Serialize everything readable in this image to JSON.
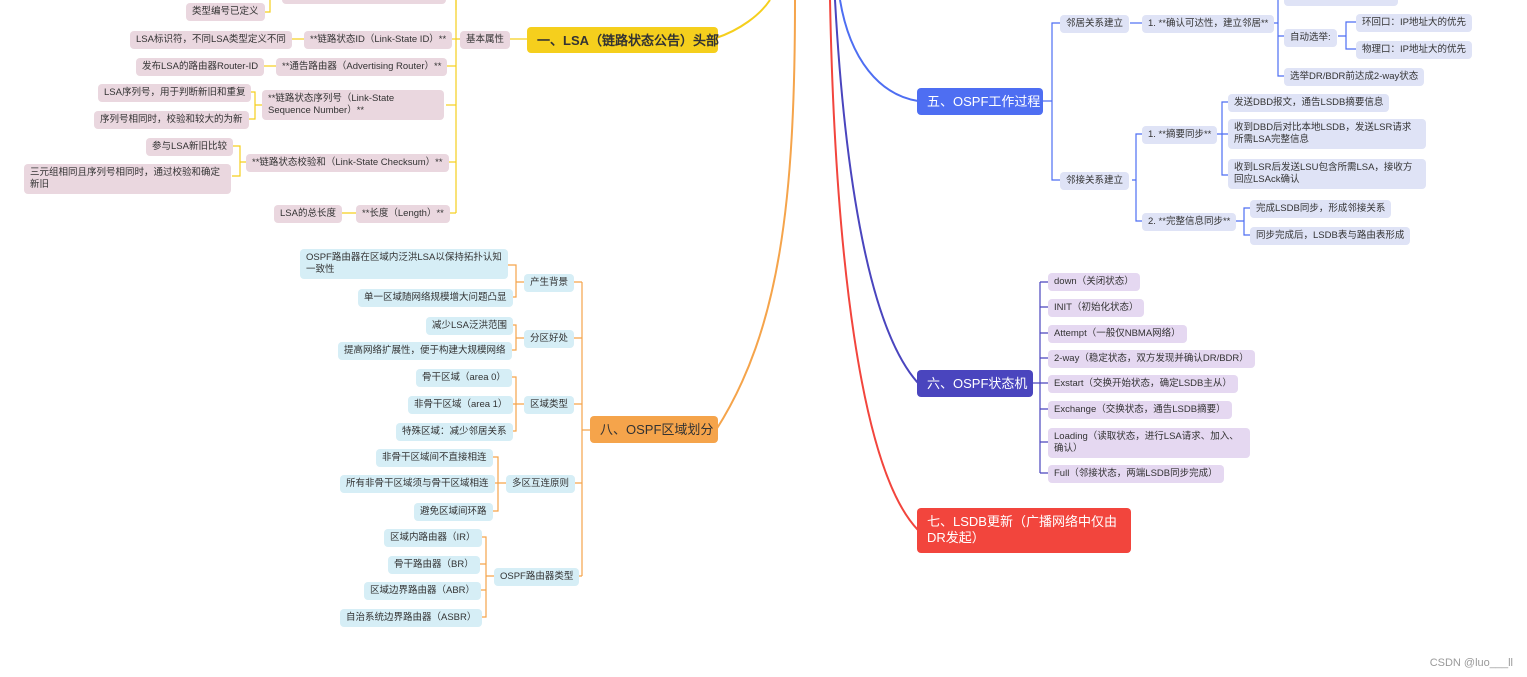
{
  "lsa": {
    "title": "一、LSA（链路状态公告）头部",
    "basic": "基本属性",
    "type_defined": "类型编号已定义",
    "id": "**链路状态ID（Link-State ID）**",
    "id_desc": "LSA标识符，不同LSA类型定义不同",
    "adv": "**通告路由器（Advertising Router）**",
    "adv_desc": "发布LSA的路由器Router-ID",
    "seq": "**链路状态序列号（Link-State Sequence Number）**",
    "seq_d1": "LSA序列号，用于判断新旧和重复",
    "seq_d2": "序列号相同时，校验和较大的为新",
    "chk": "**链路状态校验和（Link-State Checksum）**",
    "chk_d1": "参与LSA新旧比较",
    "chk_d2": "三元组相同且序列号相同时，通过校验和确定新旧",
    "len": "**长度（Length）**",
    "len_desc": "LSA的总长度"
  },
  "area": {
    "title": "八、OSPF区域划分",
    "bg": "产生背景",
    "bg_d1": "OSPF路由器在区域内泛洪LSA以保持拓扑认知一致性",
    "bg_d2": "单一区域随网络规模增大问题凸显",
    "benefit": "分区好处",
    "ben_d1": "减少LSA泛洪范围",
    "ben_d2": "提高网络扩展性，便于构建大规模网络",
    "types": "区域类型",
    "t1": "骨干区域（area 0）",
    "t2": "非骨干区域（area 1）",
    "t3": "特殊区域：减少邻居关系",
    "rule": "多区互连原则",
    "r1": "非骨干区域间不直接相连",
    "r2": "所有非骨干区域须与骨干区域相连",
    "r3": "避免区域间环路",
    "rt": "OSPF路由器类型",
    "rt1": "区域内路由器（IR）",
    "rt2": "骨干路由器（BR）",
    "rt3": "区域边界路由器（ABR）",
    "rt4": "自治系统边界路由器（ASBR）"
  },
  "proc": {
    "title": "五、OSPF工作过程",
    "nb": "邻居关系建立",
    "nb1": "1. **确认可达性，建立邻居**",
    "auto": "自动选举:",
    "loop": "环回口：IP地址大的优先",
    "phys": "物理口：IP地址大的优先",
    "drbdr": "选举DR/BDR前达成2-way状态",
    "adj": "邻接关系建立",
    "sum": "1. **摘要同步**",
    "s1": "发送DBD报文，通告LSDB摘要信息",
    "s2": "收到DBD后对比本地LSDB，发送LSR请求所需LSA完整信息",
    "s3": "收到LSR后发送LSU包含所需LSA，接收方回应LSAck确认",
    "full": "2. **完整信息同步**",
    "f1": "完成LSDB同步，形成邻接关系",
    "f2": "同步完成后，LSDB表与路由表形成"
  },
  "fsm": {
    "title": "六、OSPF状态机",
    "states": [
      "down（关闭状态）",
      "INIT（初始化状态）",
      "Attempt（一般仅NBMA网络）",
      "2-way（稳定状态，双方发现并确认DR/BDR）",
      "Exstart（交换开始状态，确定LSDB主从）",
      "Exchange（交换状态，通告LSDB摘要）",
      "Loading（读取状态，进行LSA请求、加入、确认）",
      "Full（邻接状态，两端LSDB同步完成）"
    ]
  },
  "lsdb": {
    "title": "七、LSDB更新（广播网络中仅由DR发起）"
  },
  "watermark": "CSDN @luo___ll",
  "colors": {
    "yellow": "#f5cf1d",
    "orange": "#f5a44b",
    "blue": "#4e6ef2",
    "indigo": "#4a45be",
    "red": "#f2453d"
  }
}
